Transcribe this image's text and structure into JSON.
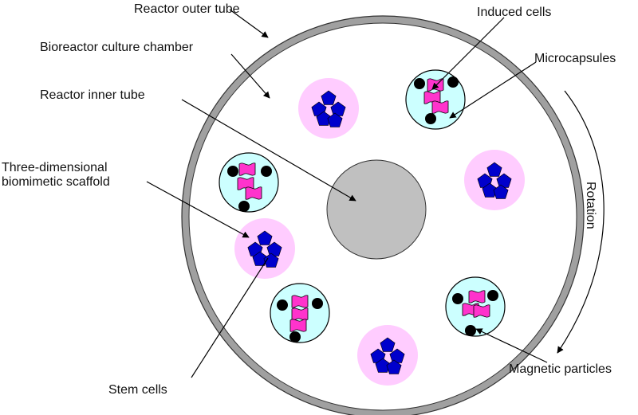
{
  "labels": {
    "outer_tube": "Reactor outer tube",
    "culture_chamber": "Bioreactor culture chamber",
    "inner_tube": "Reactor inner tube",
    "scaffold_line1": "Three-dimensional",
    "scaffold_line2": "biomimetic scaffold",
    "induced_cells": "Induced cells",
    "microcapsules": "Microcapsules",
    "rotation": "Rotation",
    "magnetic_particles": "Magnetic particles",
    "stem_cells": "Stem cells"
  },
  "colors": {
    "tube_wall": "#a0a0a0",
    "inner_tube_fill": "#c0c0c0",
    "chamber_fill": "#ffffff",
    "scaffold_fill": "#ffccff",
    "stem_cell": "#0000cc",
    "microcapsule_fill": "#ccffff",
    "induced_cell": "#ff33cc",
    "magnetic_particle": "#000000"
  }
}
